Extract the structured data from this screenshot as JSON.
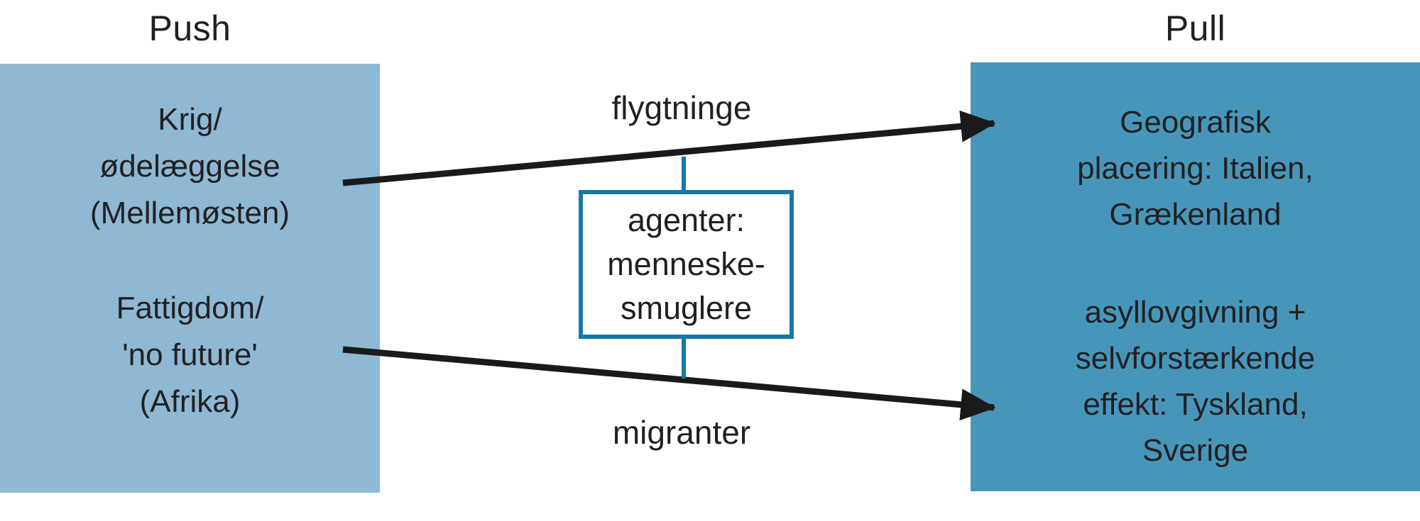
{
  "diagram": {
    "push_box": {
      "title": "Push",
      "group1": [
        "Krig/",
        "ødelæggelse",
        "(Mellemøsten)"
      ],
      "group2": [
        "Fattigdom/",
        "'no future'",
        "(Afrika)"
      ]
    },
    "pull_box": {
      "title": "Pull",
      "group1": [
        "Geografisk",
        "placering: Italien,",
        "Grækenland"
      ],
      "group2": [
        "asyllovgivning +",
        "selvforstærkende",
        "effekt: Tyskland,",
        "Sverige"
      ]
    },
    "center_box": {
      "lines": [
        "agenter:",
        "menneske-",
        "smuglere"
      ]
    },
    "flows": {
      "top_label": "flygtninge",
      "bottom_label": "migranter"
    },
    "colors": {
      "push_bg": "#8eb8d3",
      "pull_bg": "#4796ba",
      "accent": "#1878a5",
      "arrow": "#1a1a1a",
      "text": "#231f20"
    }
  }
}
